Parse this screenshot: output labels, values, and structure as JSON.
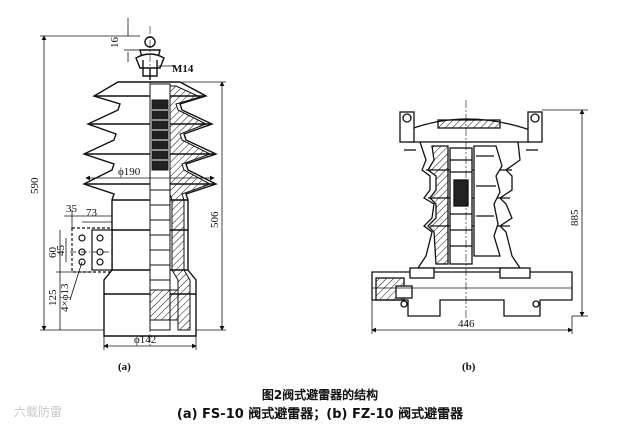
{
  "figure_a": {
    "label": "(a)",
    "dims": {
      "top": "16",
      "thread": "M14",
      "height_total": "590",
      "shed_dia": "ϕ190",
      "d35": "35",
      "d73": "73",
      "d60": "60",
      "d45": "45",
      "holes": "4×ϕ13",
      "d125": "125",
      "height_body": "506",
      "base_dia": "ϕ142"
    }
  },
  "figure_b": {
    "label": "(b)",
    "dims": {
      "height": "885",
      "width": "446"
    }
  },
  "caption": {
    "title": "图2阀式避雷器的结构",
    "subtitle": "(a)  FS-10 阀式避雷器；(b)  FZ-10 阀式避雷器"
  },
  "watermark": "六载防雷"
}
